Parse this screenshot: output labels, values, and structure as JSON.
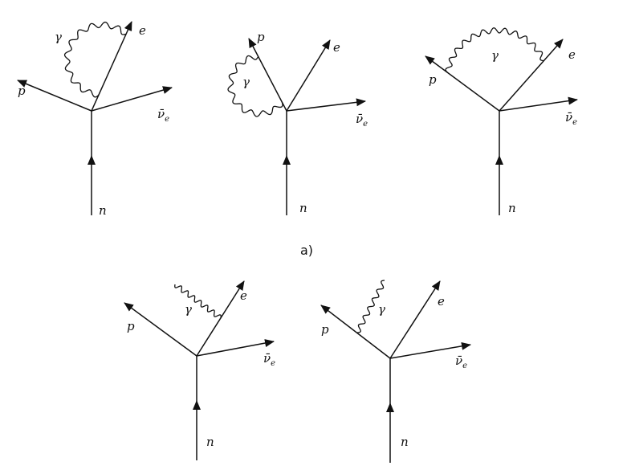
{
  "labels": {
    "neutron": "n",
    "proton": "p",
    "electron": "e",
    "antineutrino": "ν̄",
    "antineutrino_sub": "e",
    "photon": "γ"
  },
  "caption": "a)",
  "diagrams": [
    {
      "id": "a1",
      "group": "a",
      "photon": "loop-electron"
    },
    {
      "id": "a2",
      "group": "a",
      "photon": "loop-proton"
    },
    {
      "id": "a3",
      "group": "a",
      "photon": "exchange-proton-electron"
    },
    {
      "id": "b1",
      "group": "b",
      "photon": "emission-electron"
    },
    {
      "id": "b2",
      "group": "b",
      "photon": "emission-proton"
    }
  ],
  "colors": {
    "ink": "#111111",
    "background": "#ffffff"
  }
}
